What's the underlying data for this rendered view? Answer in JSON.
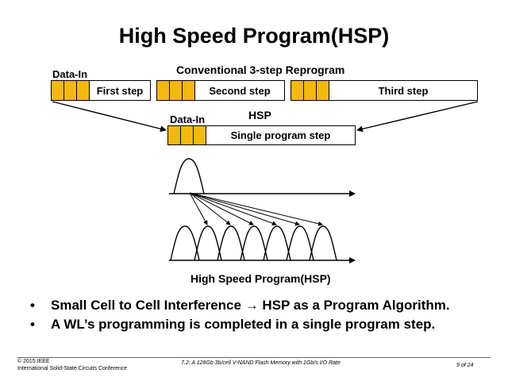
{
  "slide": {
    "title": "High Speed Program(HSP)",
    "conventional_label": "Conventional 3-step Reprogram",
    "data_in_label": "Data-In",
    "steps": [
      "First step",
      "Second step",
      "Third step"
    ],
    "hsp_label": "HSP",
    "hsp_data_in_label": "Data-In",
    "single_step": "Single program step",
    "caption": "High Speed Program(HSP)",
    "bullets": [
      "Small Cell to Cell Interference →  HSP as a Program Algorithm.",
      "A WL’s programming is completed in a single program step."
    ],
    "bullet_marker": "•"
  },
  "footer": {
    "copyright": "© 2015 IEEE",
    "conference": "International Solid-State Circuits Conference",
    "paper": "7.2: A 128Gb 3b/cell V-NAND Flash Memory with 1Gb/s I/O Rate",
    "page": "9 of 24"
  },
  "colors": {
    "data_cell": "#f5b80e"
  }
}
